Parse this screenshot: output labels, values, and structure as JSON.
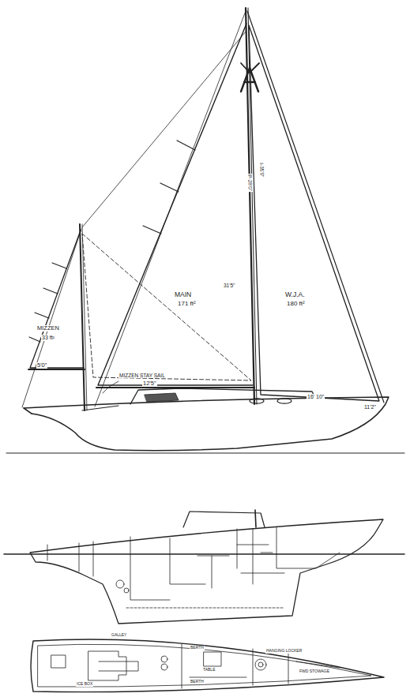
{
  "diagram": {
    "labels": [
      "MAIN",
      "171 ft²",
      "W.J.A.",
      "180 ft²",
      "MIZZEN",
      "33 ft²",
      "5'0\"",
      "12'5\"",
      "MIZZEN STAY SAIL",
      "16' 10\"",
      "11'2\"",
      "31'5\"",
      "P-28'0\"",
      "I-35'0\"",
      "TABLE",
      "GALLEY",
      "ICE BOX",
      "HANGING LOCKER",
      "BERTH",
      "FWD STOWAGE",
      "BERTH"
    ]
  }
}
